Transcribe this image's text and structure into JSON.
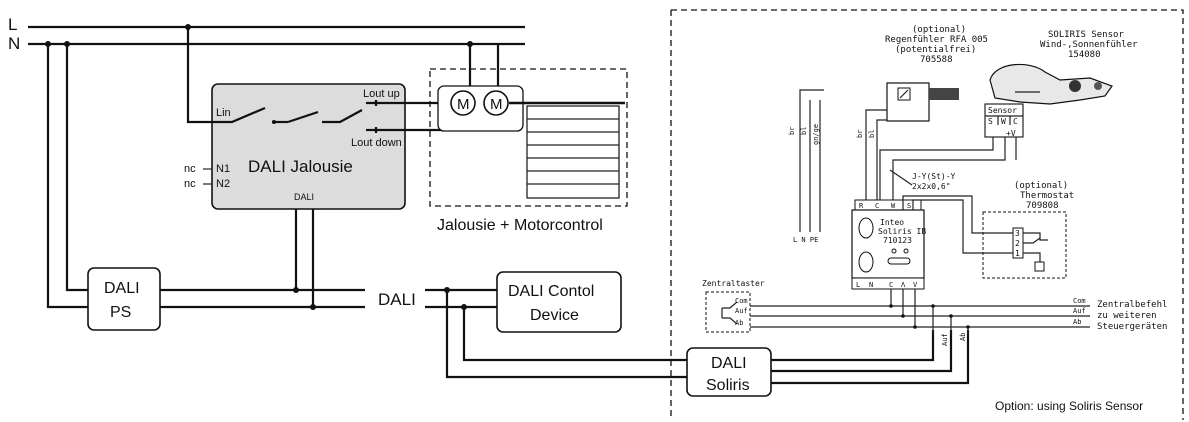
{
  "bus": {
    "line_L": "L",
    "line_N": "N",
    "dali": "DALI"
  },
  "jalousie": {
    "title": "DALI Jalousie",
    "lin": "Lin",
    "lout_up": "Lout up",
    "lout_down": "Lout down",
    "nc1": "nc",
    "nc2": "nc",
    "n1": "N1",
    "n2": "N2",
    "dali": "DALI"
  },
  "motor": {
    "m1": "M",
    "m2": "M",
    "caption": "Jalousie + Motorcontrol"
  },
  "ps": {
    "line1": "DALI",
    "line2": "PS"
  },
  "control": {
    "line1": "DALI Contol",
    "line2": "Device"
  },
  "soliris": {
    "line1": "DALI",
    "line2": "Soliris"
  },
  "option_caption": "Option: using Soliris Sensor",
  "rain": {
    "l1": "(optional)",
    "l2": "Regenfühler RFA 005",
    "l3": "(potentialfrei)",
    "l4": "705588"
  },
  "sensor": {
    "l1": "SOLIRIS Sensor",
    "l2": "Wind-,Sonnenfühler",
    "l3": "154080",
    "tag": "Sensor",
    "s": "S",
    "w": "W",
    "c": "C",
    "plus": "+V"
  },
  "wires": {
    "br": "br",
    "bl": "bl",
    "gn": "gn/ge",
    "lnpe": "L N PE",
    "cable1": "J-Y(St)-Y",
    "cable2": "2x2x0,6\""
  },
  "inteo": {
    "l1": "Inteo",
    "l2": "Soliris IB",
    "l3": "710123",
    "t_r": "R",
    "t_c": "C",
    "t_w": "W",
    "t_s": "S",
    "b_l": "L",
    "b_n": "N",
    "b_c": "C",
    "b_up": "Λ",
    "b_dn": "V"
  },
  "thermostat": {
    "l1": "(optional)",
    "l2": "Thermostat",
    "l3": "709808",
    "n3": "3",
    "n2": "2",
    "n1": "1"
  },
  "zentral": {
    "title": "Zentraltaster",
    "com": "Com",
    "auf": "Auf",
    "ab": "Ab",
    "r_com": "Com",
    "r_auf": "Auf",
    "r_ab": "Ab",
    "t1": "Zentralbefehl",
    "t2": "zu weiteren",
    "t3": "Steuergeräten",
    "v_auf": "Auf",
    "v_ab": "Ab"
  }
}
